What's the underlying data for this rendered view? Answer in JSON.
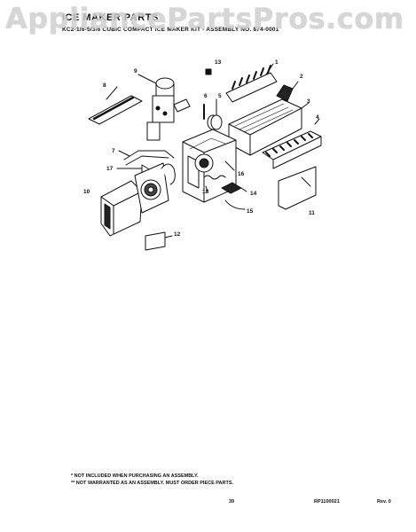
{
  "watermark": "AppliancePartsPros.com",
  "header": {
    "title": "ICE MAKER PARTS",
    "subtitle": "KC2-1/6-5/3/6 CUBIC COMPACT ICE MAKER KIT - ASSEMBLY NO. 874-0001"
  },
  "callouts": [
    "1",
    "2",
    "3",
    "4",
    "5",
    "6",
    "7",
    "8",
    "9",
    "10",
    "11",
    "12",
    "13",
    "14",
    "15",
    "16",
    "17",
    "18"
  ],
  "notes": [
    "* NOT INCLUDED WHEN PURCHASING AN ASSEMBLY.",
    "** NOT WARRANTED AS AN ASSEMBLY.  MUST ORDER PIECE PARTS."
  ],
  "footer": {
    "page_number": "39",
    "doc_number": "RP1100021",
    "revision": "Rev. 0"
  }
}
